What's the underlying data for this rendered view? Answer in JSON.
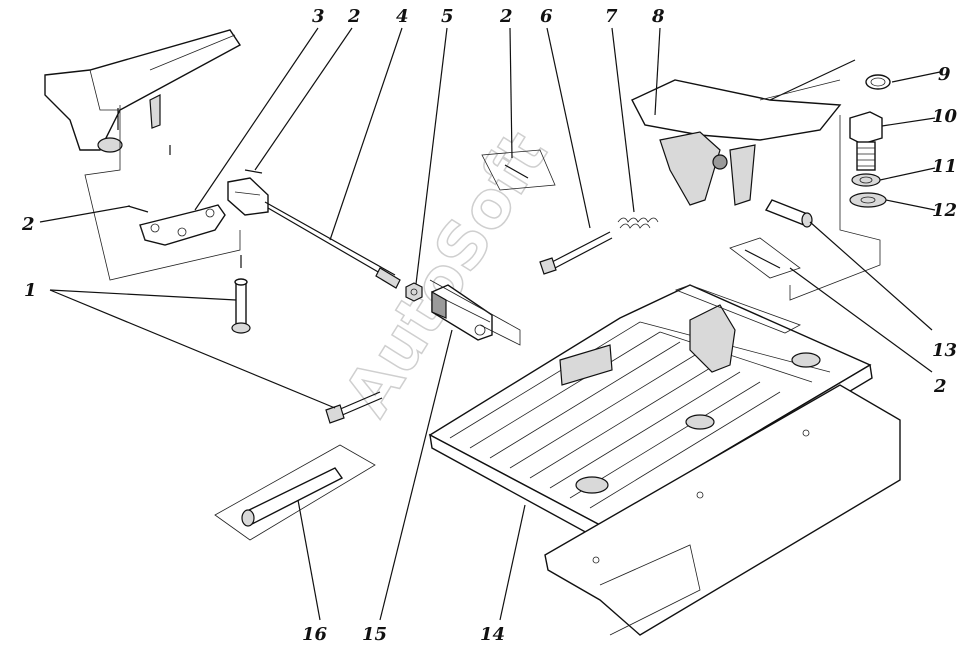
{
  "watermark": "AutoSoft",
  "labels": {
    "l1": "1",
    "l2a": "2",
    "l2b": "2",
    "l2c": "2",
    "l2d": "2",
    "l3": "3",
    "l4": "4",
    "l5": "5",
    "l6": "6",
    "l7": "7",
    "l8": "8",
    "l9": "9",
    "l10": "10",
    "l11": "11",
    "l12": "12",
    "l13": "13",
    "l14": "14",
    "l15": "15",
    "l16": "16"
  }
}
